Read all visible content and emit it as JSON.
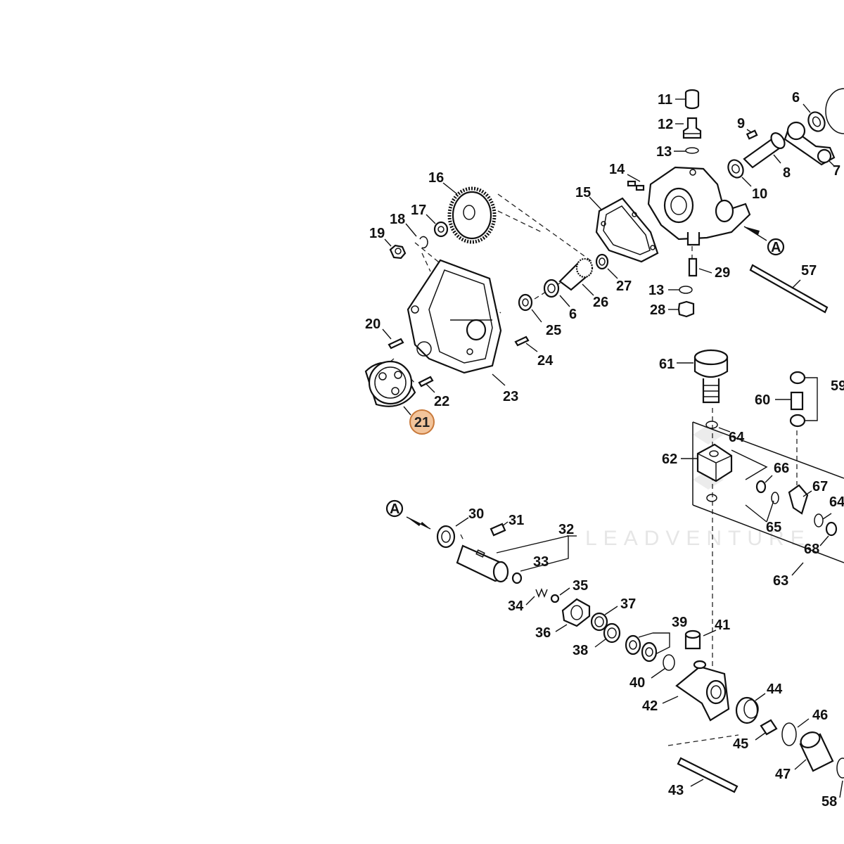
{
  "diagram": {
    "highlighted_part": "21",
    "highlight_color": "#f2c49b",
    "highlight_border": "#c8793a",
    "watermark": "LEADVENTURE",
    "callouts": {
      "A": "A"
    },
    "labels": {
      "p6a": "6",
      "p7": "7",
      "p8": "8",
      "p9": "9",
      "p10": "10",
      "p11": "11",
      "p12": "12",
      "p13a": "13",
      "p13b": "13",
      "p14": "14",
      "p15": "15",
      "p16": "16",
      "p17": "17",
      "p18": "18",
      "p19": "19",
      "p20": "20",
      "p21": "21",
      "p22": "22",
      "p23": "23",
      "p24": "24",
      "p25": "25",
      "p6b": "6",
      "p26": "26",
      "p27": "27",
      "p28": "28",
      "p29": "29",
      "p57": "57",
      "p61": "61",
      "p59": "59",
      "p60": "60",
      "p64a": "64",
      "p62": "62",
      "p66": "66",
      "p67": "67",
      "p64b": "64",
      "p65": "65",
      "p68": "68",
      "p63": "63",
      "p30": "30",
      "p31": "31",
      "p32": "32",
      "p33": "33",
      "p34": "34",
      "p35": "35",
      "p36": "36",
      "p37": "37",
      "p38": "38",
      "p39": "39",
      "p40": "40",
      "p41": "41",
      "p42": "42",
      "p44": "44",
      "p46": "46",
      "p45": "45",
      "p47": "47",
      "p43": "43",
      "p58": "58"
    }
  }
}
